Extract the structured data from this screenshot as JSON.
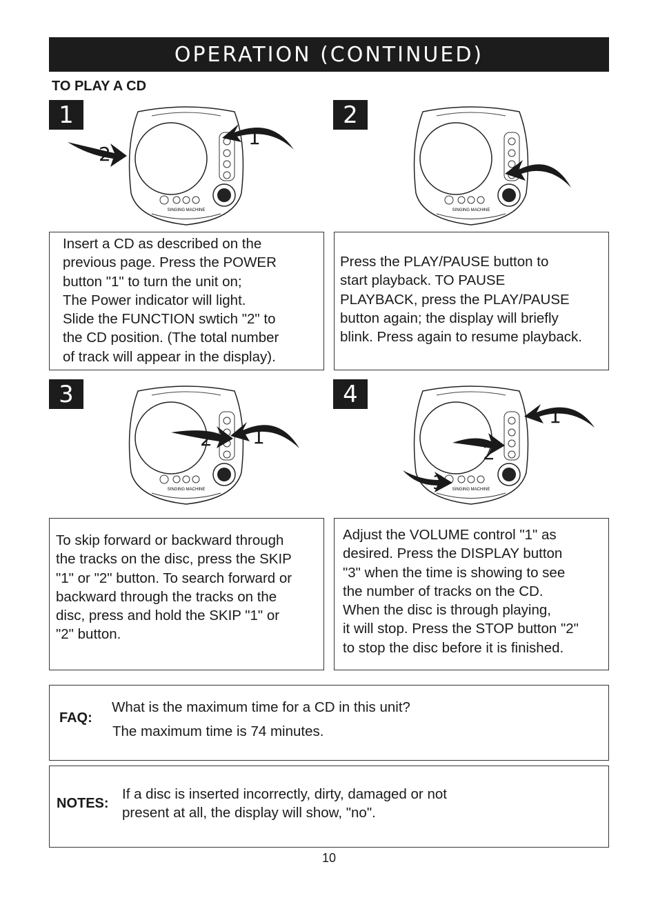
{
  "header": {
    "title": "OPERATION  (CONTINUED)"
  },
  "section": {
    "heading": "TO PLAY A CD"
  },
  "device": {
    "brand": "SINGING MACHINE"
  },
  "steps": [
    {
      "number": "1",
      "callouts": [
        "1",
        "2"
      ],
      "text": "Insert a CD as described on the\nprevious page. Press the POWER\nbutton \"1\" to turn the unit on;\nThe Power indicator will light.\nSlide the FUNCTION swtich \"2\" to\nthe CD position. (The total number\nof track will appear in the display)."
    },
    {
      "number": "2",
      "callouts": [],
      "text": "Press the PLAY/PAUSE button to\nstart playback. TO PAUSE\nPLAYBACK, press the PLAY/PAUSE\nbutton again; the display will briefly\nblink. Press again to resume playback."
    },
    {
      "number": "3",
      "callouts": [
        "2",
        "1"
      ],
      "text": "To skip forward or backward through\nthe tracks on the disc, press the SKIP\n\"1\" or \"2\" button. To search forward or\nbackward through the tracks on the\ndisc, press and hold the SKIP \"1\" or\n\"2\" button."
    },
    {
      "number": "4",
      "callouts": [
        "1",
        "2",
        "3"
      ],
      "text": "Adjust the VOLUME control \"1\" as\ndesired. Press the DISPLAY button\n\"3\" when the time is showing to see\nthe number of tracks on the CD.\nWhen the disc is through playing,\nit will stop. Press the STOP button \"2\"\nto stop the disc before it is finished."
    }
  ],
  "faq": {
    "label": "FAQ:",
    "question": "What is the maximum time for a CD in this unit?",
    "answer": "The maximum time is 74 minutes."
  },
  "notes": {
    "label": "NOTES:",
    "text": "If a disc is inserted incorrectly, dirty, damaged or not\npresent at all, the display will show, \"no\"."
  },
  "footer": {
    "page_number": "10"
  }
}
